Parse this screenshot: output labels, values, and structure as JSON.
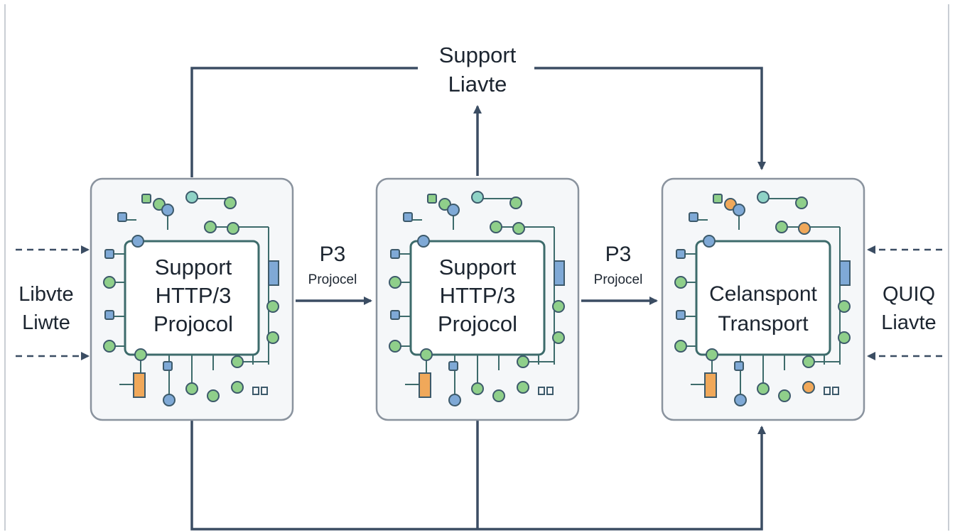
{
  "top_label": {
    "line1": "Support",
    "line2": "Liavte"
  },
  "left_label": {
    "line1": "Libvte",
    "line2": "Liwte"
  },
  "right_label": {
    "line1": "QUIQ",
    "line2": "Liavte"
  },
  "modules": [
    {
      "line1": "Support",
      "line2": "HTTP/3",
      "line3": "Projocol"
    },
    {
      "line1": "Support",
      "line2": "HTTP/3",
      "line3": "Projocol"
    },
    {
      "line1": "Celanspont",
      "line2": "Transport"
    }
  ],
  "edge_labels": [
    {
      "big": "P3",
      "small": "Projocel"
    },
    {
      "big": "P3",
      "small": "Projocel"
    }
  ],
  "colors": {
    "box_stroke": "#8a939e",
    "box_fill": "#f5f7f9",
    "chip_stroke": "#3d6b6b",
    "arrow": "#3b4d63",
    "node_green": "#8fcf8a",
    "node_blue": "#7fa9d6",
    "node_teal": "#8fd3c6",
    "node_orange": "#f0a85a"
  }
}
